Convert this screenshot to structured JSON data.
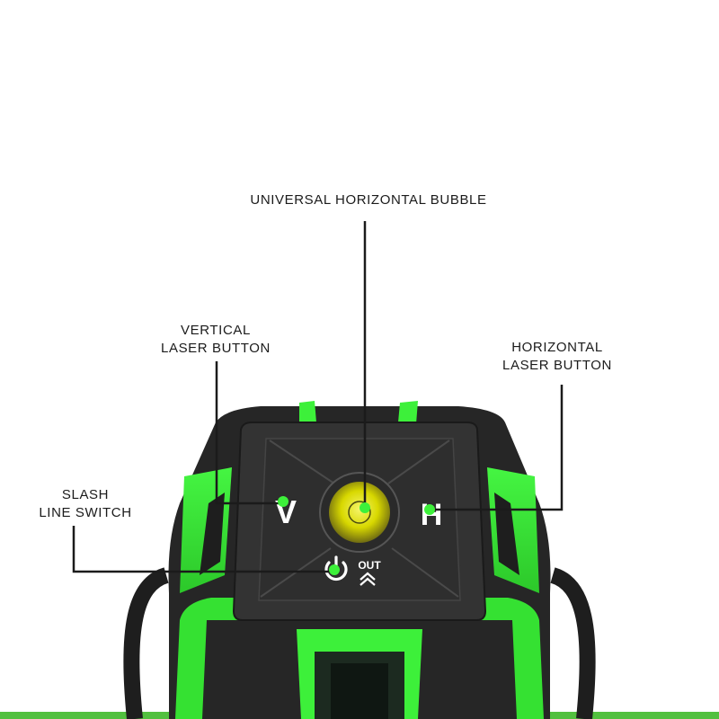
{
  "annotations": {
    "universal_bubble": {
      "label": "UNIVERSAL HORIZONTAL BUBBLE"
    },
    "vertical_button": {
      "line1": "VERTICAL",
      "line2": "LASER BUTTON"
    },
    "horizontal_button": {
      "line1": "HORIZONTAL",
      "line2": "LASER BUTTON"
    },
    "slash_switch": {
      "line1": "SLASH",
      "line2": "LINE SWITCH"
    }
  },
  "device": {
    "v_symbol": "V",
    "h_symbol": "H",
    "out_label": "OUT"
  },
  "colors": {
    "accent_green": "#3df03a",
    "body_dark": "#2a2a2a",
    "panel_dark": "#323232",
    "callout_line": "#1b1b1b",
    "bubble_yellow": "#e7e600"
  }
}
